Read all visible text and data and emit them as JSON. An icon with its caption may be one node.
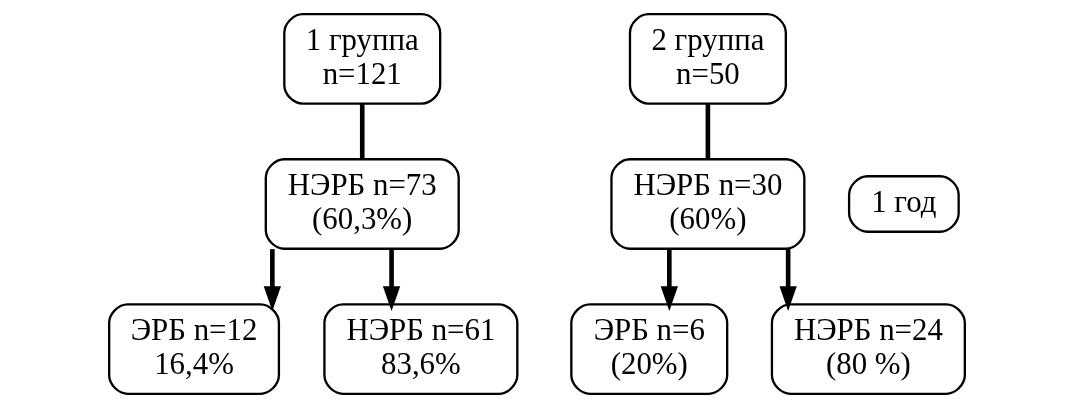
{
  "diagram": {
    "nodes": [
      {
        "text": [
          "1 группа n=121"
        ]
      },
      {
        "text": [
          "2 группа n=50"
        ]
      },
      {
        "text": [
          "НЭРБ n=73 (60,3%)"
        ]
      },
      {
        "text": [
          "1 год"
        ]
      },
      {
        "text": [
          "НЭРБ n=30 (60%)"
        ]
      },
      {
        "text": [
          "ЭРБ n=12 16,4%"
        ]
      },
      {
        "text": [
          "НЭРБ n=61 83,6%"
        ]
      },
      {
        "text": [
          "ЭРБ n=6 (20%)"
        ]
      },
      {
        "text": [
          "НЭРБ n=24 (80 %)"
        ]
      }
    ],
    "edges": [
      {
        "from": 0,
        "to": 2,
        "arrow": "none"
      },
      {
        "from": 1,
        "to": 4,
        "arrow": "none"
      },
      {
        "from": 2,
        "to": 5,
        "arrow": "to"
      },
      {
        "from": 2,
        "to": 6,
        "arrow": "to"
      },
      {
        "from": 4,
        "to": 7,
        "arrow": "to"
      },
      {
        "from": 4,
        "to": 8,
        "arrow": "to"
      }
    ]
  }
}
